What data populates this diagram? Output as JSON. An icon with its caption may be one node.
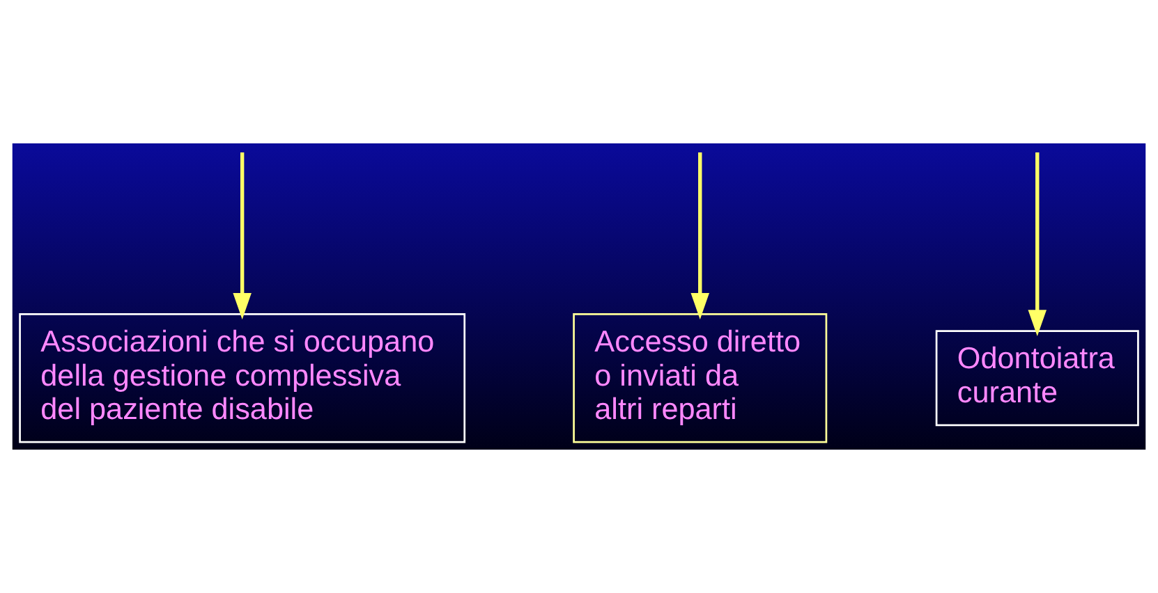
{
  "diagram": {
    "nodes": [
      {
        "text": [
          "Associazioni che si occupano della gestione complessiva del paziente disabile"
        ]
      },
      {
        "text": [
          "Accesso diretto o inviati da altri reparti"
        ]
      },
      {
        "text": [
          "Odontoiatra curante"
        ]
      }
    ],
    "edges": [
      {
        "from": null,
        "to": 0,
        "arrow": "to"
      },
      {
        "from": null,
        "to": 1,
        "arrow": "to"
      },
      {
        "from": null,
        "to": 2,
        "arrow": "to"
      }
    ]
  }
}
